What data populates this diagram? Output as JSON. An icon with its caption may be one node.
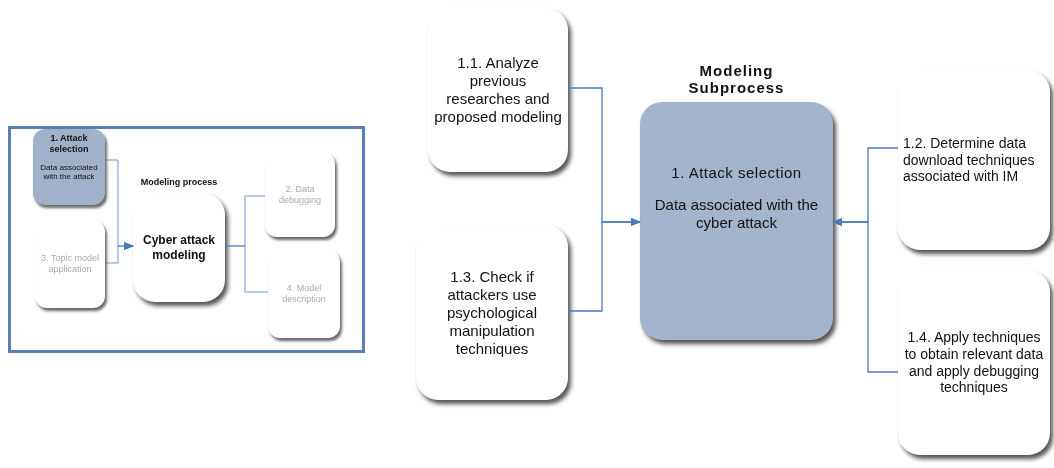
{
  "diagram": {
    "nodes": [
      {
        "text": [],
        "shape": "box"
      },
      {
        "text": [
          "1. Attack selection",
          "Data associated with the attack"
        ],
        "in": 0
      },
      {
        "text": [
          "3. Topic model application"
        ],
        "in": 0
      },
      {
        "text": [
          "Modeling process",
          "Cyber attack modeling"
        ],
        "in": 0
      },
      {
        "text": [
          "2. Data debugging"
        ],
        "in": 0
      },
      {
        "text": [
          "4. Model description"
        ],
        "in": 0
      },
      {
        "text": [
          "1.1. Analyze previous researches and proposed modeling"
        ]
      },
      {
        "text": [
          "1.3. Check if attackers use psychological manipulation techniques"
        ]
      },
      {
        "text": [
          "Modeling Subprocess",
          "1. Attack selection",
          "Data associated with the cyber attack"
        ]
      },
      {
        "text": [
          "1.2. Determine data download techniques associated with IM"
        ]
      },
      {
        "text": [
          "1.4. Apply techniques to obtain relevant data and apply debugging techniques"
        ]
      }
    ],
    "edges": [
      {
        "from": 1,
        "to": 3,
        "arrow": "to"
      },
      {
        "from": 2,
        "to": 3,
        "arrow": "to"
      },
      {
        "from": 3,
        "to": 4,
        "arrow": "none"
      },
      {
        "from": 3,
        "to": 5,
        "arrow": "none"
      },
      {
        "from": 6,
        "to": 8,
        "arrow": "to"
      },
      {
        "from": 7,
        "to": 8,
        "arrow": "to"
      },
      {
        "from": 9,
        "to": 8,
        "arrow": "to"
      },
      {
        "from": 10,
        "to": 8,
        "arrow": "to"
      }
    ]
  }
}
